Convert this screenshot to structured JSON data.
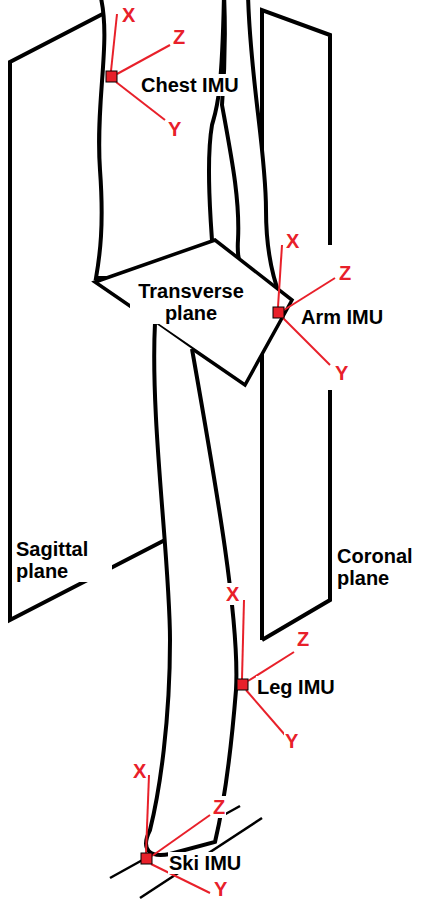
{
  "diagram": {
    "labels": [
      "X",
      "Z",
      "Chest IMU",
      "Y",
      "X",
      "Z",
      "Arm IMU",
      "Y",
      "Transverse plane",
      "Sagittal plane",
      "Coronal plane",
      "X",
      "Z",
      "Leg IMU",
      "Y",
      "X",
      "Z",
      "Ski IMU",
      "Y"
    ]
  }
}
